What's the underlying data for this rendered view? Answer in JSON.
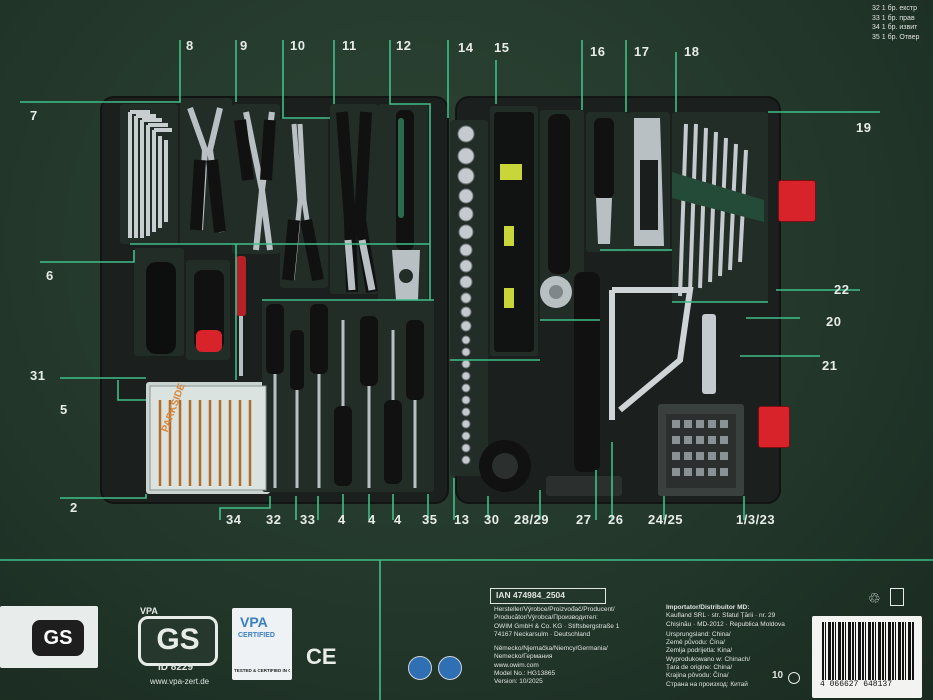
{
  "top_right_lines": [
    "32  1 бр. екстр",
    "33  1 бр. прав",
    "34  1 бр. извит",
    "35  1 бр. Отвер"
  ],
  "callout_numbers": {
    "n7": "7",
    "n8": "8",
    "n9": "9",
    "n10": "10",
    "n11": "11",
    "n12": "12",
    "n14": "14",
    "n15": "15",
    "n16": "16",
    "n17": "17",
    "n18": "18",
    "n19": "19",
    "n6": "6",
    "n31": "31",
    "n5": "5",
    "n2": "2",
    "n22": "22",
    "n20": "20",
    "n21": "21",
    "b34": "34",
    "b32": "32",
    "b33": "33",
    "b4a": "4",
    "b4b": "4",
    "b4c": "4",
    "b35": "35",
    "b13": "13",
    "b30": "30",
    "b2829": "28/29",
    "b27": "27",
    "b26": "26",
    "b2425": "24/25",
    "b1323": "1/3/23"
  },
  "brand": {
    "parkside": "PARKSIDE"
  },
  "vpa_gs": {
    "vpa": "VPA",
    "gs": "GS",
    "id": "ID 8229",
    "url": "www.vpa-zert.de",
    "certified": "CERTIFIED",
    "tested": "TESTED & CERTIFIED IN GERMANY",
    "ce": "CE"
  },
  "product": {
    "ian": "IAN 474984_2504",
    "manufacturer_label": "Hersteller/Výrobce/Proizvođač/Producent/",
    "manufacturer_label2": "Producător/Výrobca/Производител:",
    "manufacturer_name": "OWIM GmbH & Co. KG · Stiftsbergstraße 1",
    "manufacturer_city": "74167 Neckarsulm · Deutschland",
    "country": "Německo/Njemačka/Niemcy/Germania/",
    "country2": "Nemecko/Германия",
    "url": "www.owim.com",
    "model": "Model No.: HG13865",
    "version": "Version: 10/2025"
  },
  "importer": {
    "label": "Importator/Distribuitor MD:",
    "name": "Kaufland SRL · str. Sfatul Țării · nr. 29",
    "city": "Chișinău · MD-2012 · Republica Moldova",
    "origin": [
      "Ursprungsland: China/",
      "Země původu: Čína/",
      "Zemlja podrijetla: Kina/",
      "Wyprodukowano w: Chinach/",
      "Țara de origine: China/",
      "Krajina pôvodu: Čína/",
      "Страна на произход: Китай"
    ]
  },
  "recycle": {
    "code": "10",
    "barcode": "4 066627 648137"
  }
}
